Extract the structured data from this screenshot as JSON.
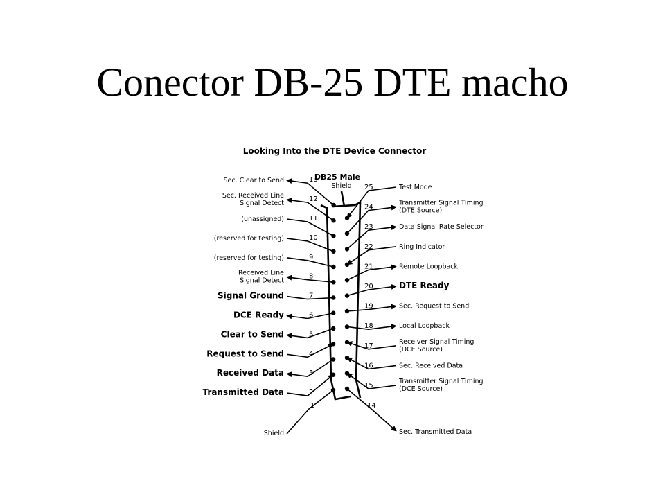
{
  "title": "Conector DB-25 DTE macho",
  "diagram": {
    "heading": "Looking Into the DTE Device Connector",
    "connector_label": "DB25 Male",
    "connector_sublabel": "Shield",
    "colors": {
      "ink": "#000000",
      "background": "#ffffff"
    },
    "left_pins": [
      {
        "pin": "13",
        "label": [
          "Sec. Clear to Send"
        ],
        "bold": false,
        "direction": "in"
      },
      {
        "pin": "12",
        "label": [
          "Sec. Received Line",
          "Signal Detect"
        ],
        "bold": false,
        "direction": "in"
      },
      {
        "pin": "11",
        "label": [
          "(unassigned)"
        ],
        "bold": false,
        "direction": "none"
      },
      {
        "pin": "10",
        "label": [
          "(reserved for testing)"
        ],
        "bold": false,
        "direction": "none"
      },
      {
        "pin": "9",
        "label": [
          "(reserved for testing)"
        ],
        "bold": false,
        "direction": "none"
      },
      {
        "pin": "8",
        "label": [
          "Received Line",
          "Signal Detect"
        ],
        "bold": false,
        "direction": "in"
      },
      {
        "pin": "7",
        "label": [
          "Signal Ground"
        ],
        "bold": true,
        "direction": "none"
      },
      {
        "pin": "6",
        "label": [
          "DCE Ready"
        ],
        "bold": true,
        "direction": "in"
      },
      {
        "pin": "5",
        "label": [
          "Clear to Send"
        ],
        "bold": true,
        "direction": "in"
      },
      {
        "pin": "4",
        "label": [
          "Request to Send"
        ],
        "bold": true,
        "direction": "out"
      },
      {
        "pin": "3",
        "label": [
          "Received Data"
        ],
        "bold": true,
        "direction": "in"
      },
      {
        "pin": "2",
        "label": [
          "Transmitted Data"
        ],
        "bold": true,
        "direction": "out"
      },
      {
        "pin": "1",
        "label": [
          "Shield"
        ],
        "bold": false,
        "direction": "none"
      }
    ],
    "right_pins": [
      {
        "pin": "25",
        "label": [
          "Test Mode"
        ],
        "bold": false,
        "direction": "in"
      },
      {
        "pin": "24",
        "label": [
          "Transmitter Signal Timing",
          "(DTE Source)"
        ],
        "bold": false,
        "direction": "out"
      },
      {
        "pin": "23",
        "label": [
          "Data Signal Rate Selector"
        ],
        "bold": false,
        "direction": "out"
      },
      {
        "pin": "22",
        "label": [
          "Ring Indicator"
        ],
        "bold": false,
        "direction": "in"
      },
      {
        "pin": "21",
        "label": [
          "Remote Loopback"
        ],
        "bold": false,
        "direction": "out"
      },
      {
        "pin": "20",
        "label": [
          "DTE Ready"
        ],
        "bold": true,
        "direction": "out"
      },
      {
        "pin": "19",
        "label": [
          "Sec. Request to Send"
        ],
        "bold": false,
        "direction": "out"
      },
      {
        "pin": "18",
        "label": [
          "Local Loopback"
        ],
        "bold": false,
        "direction": "out"
      },
      {
        "pin": "17",
        "label": [
          "Receiver Signal Timing",
          "(DCE Source)"
        ],
        "bold": false,
        "direction": "in"
      },
      {
        "pin": "16",
        "label": [
          "Sec. Received Data"
        ],
        "bold": false,
        "direction": "in"
      },
      {
        "pin": "15",
        "label": [
          "Transmitter Signal Timing",
          "(DCE Source)"
        ],
        "bold": false,
        "direction": "in"
      },
      {
        "pin": "14",
        "label": [
          "Sec. Transmitted Data"
        ],
        "bold": false,
        "direction": "out"
      }
    ]
  }
}
